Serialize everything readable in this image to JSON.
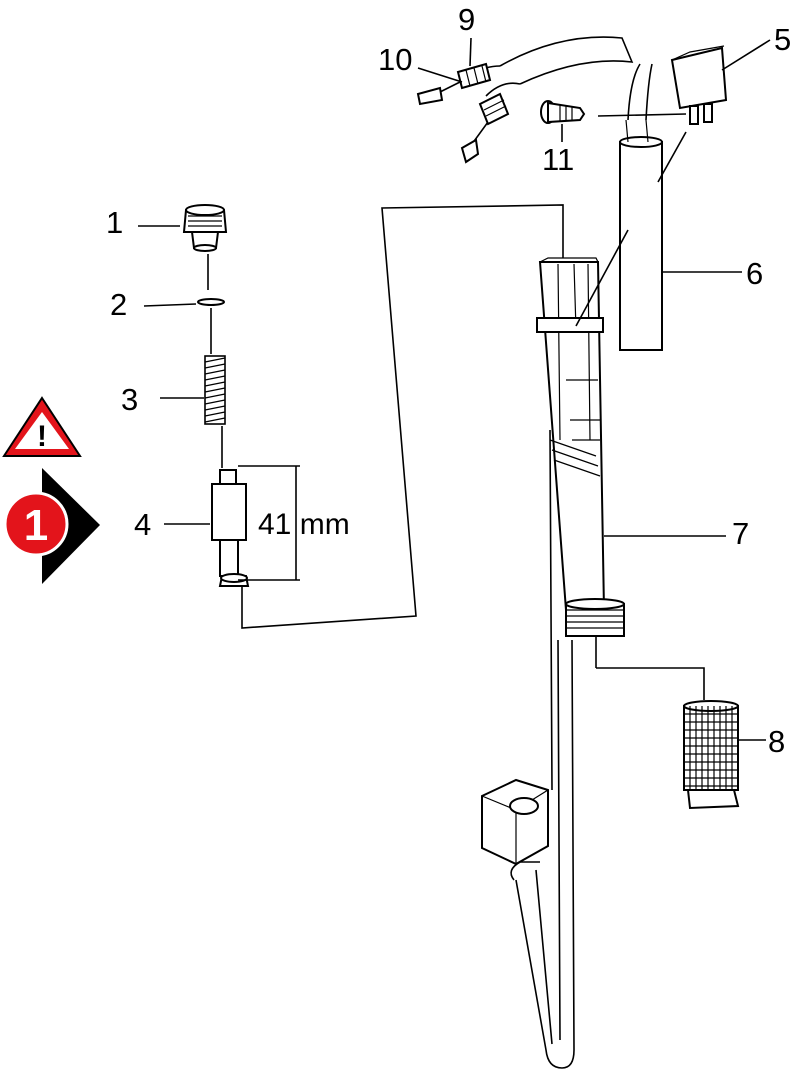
{
  "callouts": {
    "c1": "1",
    "c2": "2",
    "c3": "3",
    "c4": "4",
    "c5": "5",
    "c6": "6",
    "c7": "7",
    "c8": "8",
    "c9": "9",
    "c10": "10",
    "c11": "11"
  },
  "dimension": "41 mm",
  "step_badge": "1",
  "warning_symbol": "!",
  "icons": {
    "warning": "warning-triangle-icon",
    "step": "step-arrow-badge-icon"
  },
  "colors": {
    "warning_red": "#e3141b",
    "badge_red": "#e3141b",
    "line": "#000000"
  }
}
